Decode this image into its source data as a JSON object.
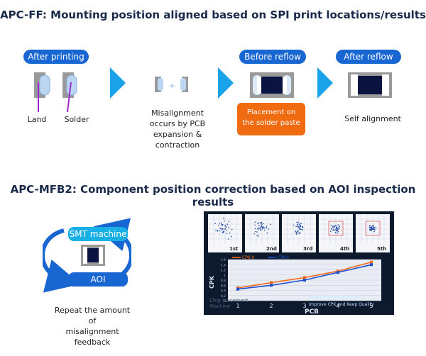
{
  "section1": {
    "title": "APC-FF: Mounting position aligned based on SPI print locations/results",
    "stages": [
      {
        "label": "After printing"
      },
      {
        "label": "Before reflow"
      },
      {
        "label": "After reflow"
      }
    ],
    "land_label": "Land",
    "solder_label": "Solder",
    "misalignment_lines": [
      "Misalignment",
      "occurs by PCB",
      "expansion &",
      "contraction"
    ],
    "placement_lines": [
      "Placement  on",
      "the solder paste"
    ],
    "self_alignment": "Self alignment"
  },
  "section2": {
    "title": "APC-MFB2: Component position correction based on AOI inspection results",
    "smt_label": "SMT machine",
    "aoi_label": "AOI",
    "feedback_lines": [
      "Repeat the amount of",
      "misalignment",
      "feedback"
    ],
    "scatter_labels": [
      "1st",
      "2nd",
      "3rd",
      "4th",
      "5th"
    ],
    "legend": [
      "CPK-X",
      "CPK-Y"
    ],
    "ylabel": "CPK",
    "xlabel": "PCB",
    "x_ticks": [
      "1",
      "2",
      "3",
      "4",
      "5"
    ],
    "y_ticks": [
      "1.6",
      "1.4",
      "1.2",
      "1",
      "0.8",
      "0.6",
      "0.4",
      "0.2",
      "0"
    ],
    "autonomous_title": "Autonomous :",
    "autonomous_sub": "Improve CPK and Keep Quality",
    "faded_text": [
      "Chip Placement",
      "Machine"
    ]
  },
  "chart_data": {
    "type": "line",
    "categories": [
      "1",
      "2",
      "3",
      "4",
      "5"
    ],
    "series": [
      {
        "name": "CPK-X",
        "values": [
          0.5,
          0.7,
          0.9,
          1.15,
          1.5
        ]
      },
      {
        "name": "CPK-Y",
        "values": [
          0.45,
          0.6,
          0.8,
          1.1,
          1.4
        ]
      }
    ],
    "xlabel": "PCB",
    "ylabel": "CPK",
    "ylim": [
      0,
      1.6
    ],
    "colors": {
      "CPK-X": "#f26a1b",
      "CPK-Y": "#1f4fd1"
    }
  }
}
